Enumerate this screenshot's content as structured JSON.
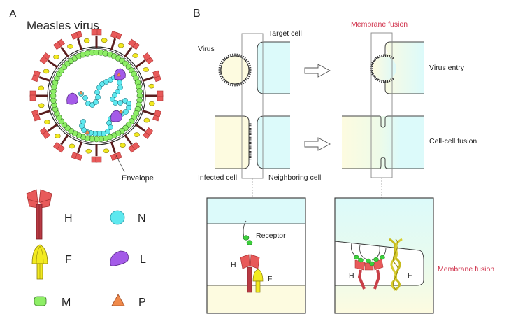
{
  "panel_a": {
    "letter": "A",
    "title": "Measles virus",
    "envelope_label": "Envelope",
    "legend": [
      {
        "key": "H",
        "label": "H",
        "color": "#e85a5a"
      },
      {
        "key": "N",
        "label": "N",
        "color": "#5ee8ef"
      },
      {
        "key": "F",
        "label": "F",
        "color": "#f2ea20"
      },
      {
        "key": "L",
        "label": "L",
        "color": "#a45be8"
      },
      {
        "key": "M",
        "label": "M",
        "color": "#8eee66"
      },
      {
        "key": "P",
        "label": "P",
        "color": "#f08a4b"
      }
    ]
  },
  "panel_b": {
    "letter": "B",
    "before": {
      "virus": "Virus",
      "target_cell": "Target cell",
      "infected_cell": "Infected cell",
      "neighboring_cell": "Neighboring cell"
    },
    "after": {
      "title": "Membrane fusion",
      "virus_entry": "Virus entry",
      "cell_cell_fusion": "Cell-cell fusion"
    },
    "detail_left": {
      "receptor": "Receptor",
      "h": "H",
      "f": "F"
    },
    "detail_right": {
      "h": "H",
      "f": "F",
      "caption": "Membrane fusion"
    }
  },
  "colors": {
    "cyan_cell": "#dcfafa",
    "yellow_cell": "#fdfbe0",
    "accent_red": "#d0304a"
  }
}
